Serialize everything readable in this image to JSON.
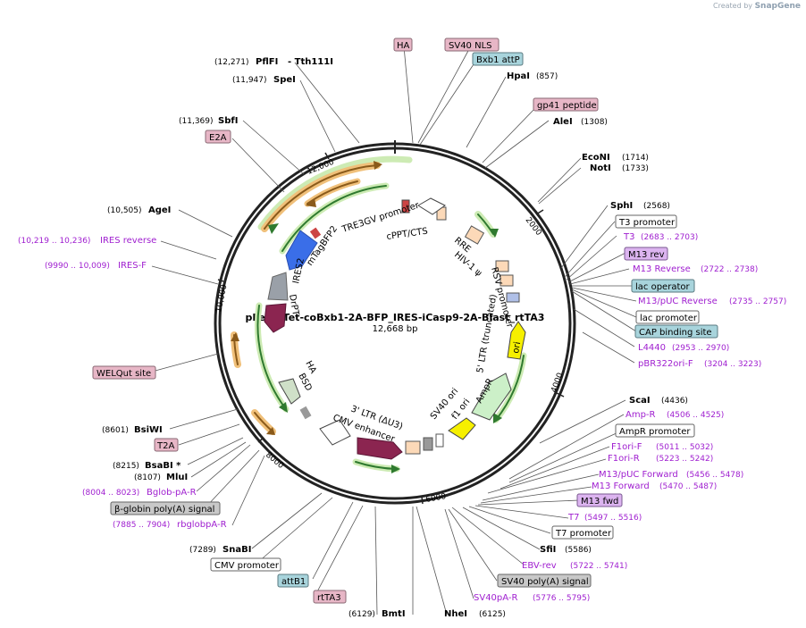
{
  "credit": {
    "prefix": "Created by",
    "brand": "SnapGene"
  },
  "plasmid": {
    "name": "pLenti-Tet-coBxb1-2A-BFP_IRES-iCasp9-2A-Blast_rtTA3",
    "size": "12,668 bp"
  },
  "ticks": [
    "2000",
    "4000",
    "6000",
    "8000",
    "10,000",
    "12,000"
  ],
  "enzymes": [
    {
      "name": "PflFI",
      "pos": "(12,271)",
      "extra": "- Tth111I"
    },
    {
      "name": "SpeI",
      "pos": "(11,947)"
    },
    {
      "name": "SbfI",
      "pos": "(11,369)"
    },
    {
      "name": "AgeI",
      "pos": "(10,505)"
    },
    {
      "name": "HpaI",
      "pos": "(857)"
    },
    {
      "name": "AleI",
      "pos": "(1308)"
    },
    {
      "name": "EcoNI",
      "pos": "(1714)"
    },
    {
      "name": "NotI",
      "pos": "(1733)"
    },
    {
      "name": "SphI",
      "pos": "(2568)"
    },
    {
      "name": "ScaI",
      "pos": "(4436)"
    },
    {
      "name": "SfiI",
      "pos": "(5586)"
    },
    {
      "name": "NheI",
      "pos": "(6125)"
    },
    {
      "name": "BmtI",
      "pos": "(6129)"
    },
    {
      "name": "SnaBI",
      "pos": "(7289)"
    },
    {
      "name": "MluI",
      "pos": "(8107)"
    },
    {
      "name": "BsaBI *",
      "pos": "(8215)"
    },
    {
      "name": "BsiWI",
      "pos": "(8601)"
    }
  ],
  "primers": [
    {
      "name": "IRES reverse",
      "pos": "(10,219 .. 10,236)"
    },
    {
      "name": "IRES-F",
      "pos": "(9990 .. 10,009)"
    },
    {
      "name": "T3",
      "pos": "(2683 .. 2703)"
    },
    {
      "name": "M13 Reverse",
      "pos": "(2722 .. 2738)"
    },
    {
      "name": "M13/pUC Reverse",
      "pos": "(2735 .. 2757)"
    },
    {
      "name": "L4440",
      "pos": "(2953 .. 2970)"
    },
    {
      "name": "pBR322ori-F",
      "pos": "(3204 .. 3223)"
    },
    {
      "name": "Amp-R",
      "pos": "(4506 .. 4525)"
    },
    {
      "name": "F1ori-F",
      "pos": "(5011 .. 5032)"
    },
    {
      "name": "F1ori-R",
      "pos": "(5223 .. 5242)"
    },
    {
      "name": "M13/pUC Forward",
      "pos": "(5456 .. 5478)"
    },
    {
      "name": "M13 Forward",
      "pos": "(5470 .. 5487)"
    },
    {
      "name": "T7",
      "pos": "(5497 .. 5516)"
    },
    {
      "name": "EBV-rev",
      "pos": "(5722 .. 5741)"
    },
    {
      "name": "SV40pA-R",
      "pos": "(5776 .. 5795)"
    },
    {
      "name": "Bglob-pA-R",
      "pos": "(8004 .. 8023)"
    },
    {
      "name": "rbglobpA-R",
      "pos": "(7885 .. 7904)"
    }
  ],
  "boxed": [
    {
      "name": "HA",
      "kind": "pink"
    },
    {
      "name": "SV40 NLS",
      "kind": "pink"
    },
    {
      "name": "Bxb1 attP",
      "kind": "blue"
    },
    {
      "name": "gp41 peptide",
      "kind": "pink"
    },
    {
      "name": "E2A",
      "kind": "pink"
    },
    {
      "name": "T3 promoter",
      "kind": "white"
    },
    {
      "name": "M13 rev",
      "kind": "purple"
    },
    {
      "name": "lac operator",
      "kind": "blue"
    },
    {
      "name": "lac promoter",
      "kind": "white"
    },
    {
      "name": "CAP binding site",
      "kind": "blue"
    },
    {
      "name": "WELQut site",
      "kind": "pink"
    },
    {
      "name": "AmpR promoter",
      "kind": "white"
    },
    {
      "name": "M13 fwd",
      "kind": "purple"
    },
    {
      "name": "T7 promoter",
      "kind": "white"
    },
    {
      "name": "T2A",
      "kind": "pink"
    },
    {
      "name": "β-globin poly(A) signal",
      "kind": "gray"
    },
    {
      "name": "SV40 poly(A) signal",
      "kind": "gray"
    },
    {
      "name": "CMV promoter",
      "kind": "white"
    },
    {
      "name": "attB1",
      "kind": "blue"
    },
    {
      "name": "rtTA3",
      "kind": "pink"
    }
  ],
  "inner": [
    "TRE3GV promoter",
    "cPPT/CTS",
    "RRE",
    "HIV-1 ψ",
    "RSV promoter",
    "5' LTR (truncated)",
    "ori",
    "AmpR",
    "f1 ori",
    "SV40 ori",
    "3' LTR (ΔU3)",
    "CMV enhancer",
    "BSD",
    "HA",
    "DrPT",
    "IRES2",
    "mTagBFP2"
  ],
  "colors": {
    "pink": "#e7b6c6",
    "blue": "#a8d4dc",
    "purple": "#dcb4f0",
    "gray": "#c8c8c8",
    "white": "#ffffff",
    "primer": "#a020d0"
  }
}
